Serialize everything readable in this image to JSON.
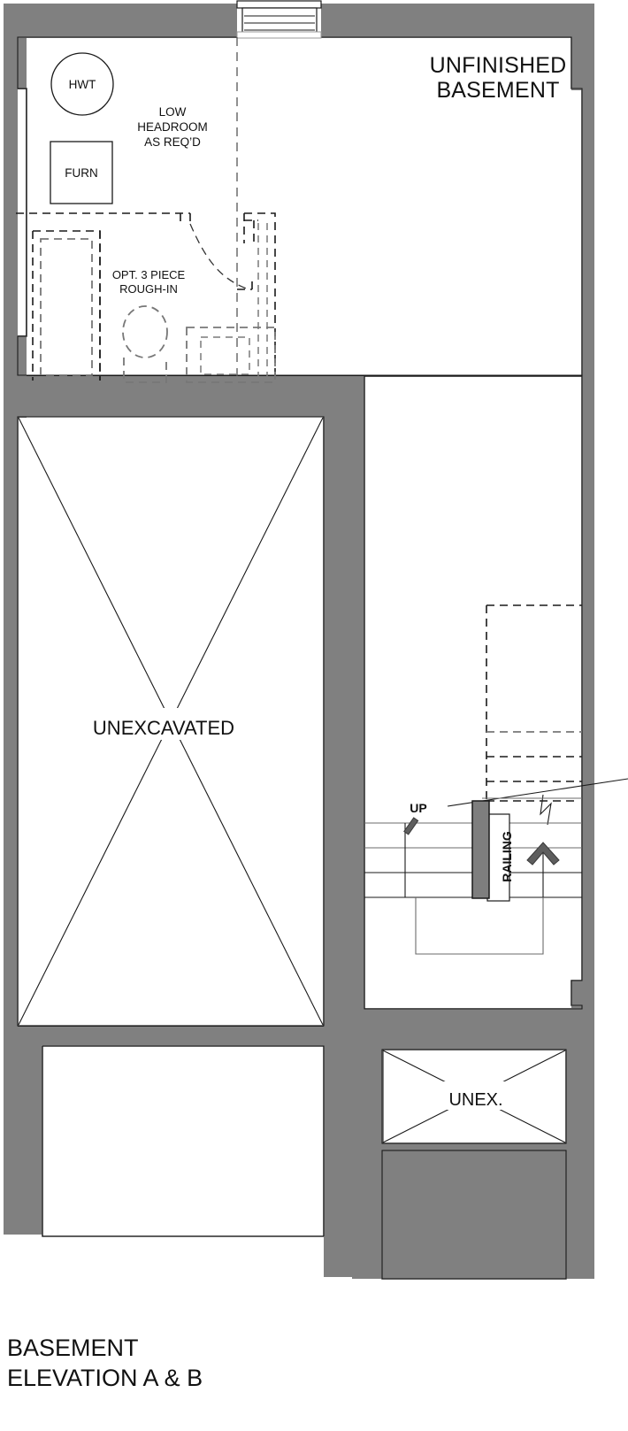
{
  "drawing": {
    "type": "architectural-floor-plan",
    "sheet_caption_line1": "BASEMENT",
    "sheet_caption_line2": "ELEVATION A & B",
    "background_color": "#ffffff",
    "wall_fill_color": "#808080",
    "line_color": "#1a1a1a",
    "dashed_line_color": "#777777"
  },
  "rooms": {
    "unfinished_basement": {
      "label_line1": "UNFINISHED",
      "label_line2": "BASEMENT"
    },
    "unexcavated_main": {
      "label": "UNEXCAVATED"
    },
    "unexcavated_small": {
      "label": "UNEX."
    }
  },
  "equipment": {
    "hot_water_tank": {
      "label": "HWT",
      "shape": "circle"
    },
    "furnace": {
      "label": "FURN",
      "shape": "square"
    }
  },
  "notes": {
    "low_headroom": {
      "line1": "LOW",
      "line2": "HEADROOM",
      "line3": "AS REQ’D"
    },
    "bathroom_roughin": {
      "line1": "OPT. 3 PIECE",
      "line2": "ROUGH-IN"
    }
  },
  "stairs": {
    "direction_label": "UP",
    "railing_label": "RAILING",
    "tread_count_visible": 7,
    "up_arrow_icon": "chevron-up-icon",
    "break_line_icon": "break-line-icon"
  },
  "openings": {
    "window_top": {
      "type": "basement-window",
      "icon": "window-icon"
    },
    "bathroom_door": {
      "type": "swing-door",
      "icon": "door-swing-icon"
    }
  },
  "fixtures": {
    "shower": "shower-stall",
    "toilet": "toilet-fixture",
    "vanity": "vanity-sink"
  }
}
